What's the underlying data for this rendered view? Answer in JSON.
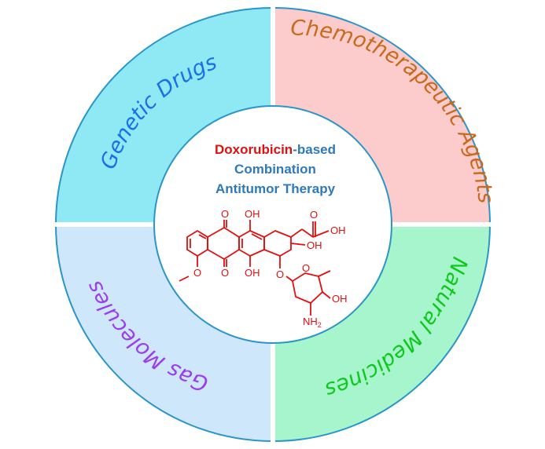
{
  "center": {
    "drug_name": "Doxorubicin",
    "title_suffix": "-based",
    "line2": "Combination",
    "line3": "Antitumor Therapy"
  },
  "quadrants": {
    "top_left": {
      "label": "Genetic Drugs",
      "fill": "#8fe9f5",
      "text_color": "#1a6fe8"
    },
    "top_right": {
      "label": "Chemotherapeutic Agents",
      "fill": "#fccccc",
      "text_color": "#c86a1e"
    },
    "bottom_left": {
      "label": "Gas Molecules",
      "fill": "#cfe7fa",
      "text_color": "#9a3cf0"
    },
    "bottom_right": {
      "label": "Natural Medicines",
      "fill": "#a6f5cc",
      "text_color": "#10c81c"
    }
  },
  "molecule": {
    "atoms": {
      "o_top1": "O",
      "oh_top2": "OH",
      "o_ketone": "O",
      "oh_chain": "OH",
      "oh_ring": "OH",
      "o_quinone2": "O",
      "oh_bottom": "OH",
      "o_methoxy": "O",
      "o_link": "O",
      "o_sugar": "O",
      "oh_sugar": "OH",
      "nh2": "NH",
      "nh2_sub": "2"
    },
    "color": "#e01010"
  },
  "colors": {
    "ring_border": "#2a95c8",
    "divider": "#ffffff"
  }
}
